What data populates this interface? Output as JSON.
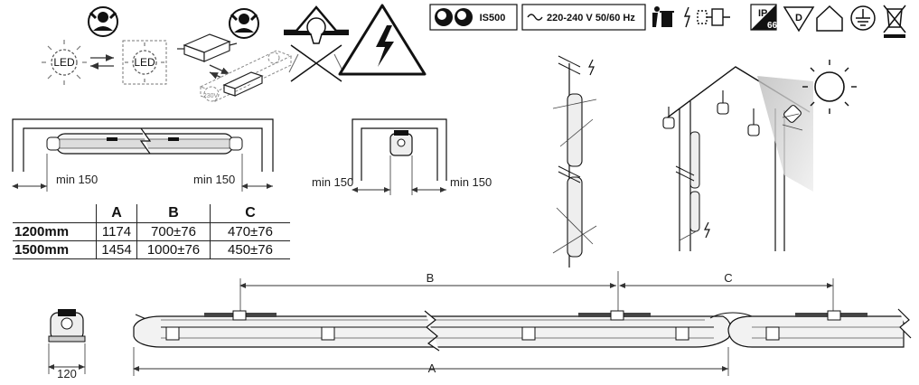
{
  "icons": {
    "led_label_left": "LED",
    "led_label_right": "LED",
    "is500_label": "IS500",
    "voltage_label": "220-240 V  50/60 Hz",
    "ip_label": "IP",
    "ip_value": "66",
    "d_label": "D",
    "driver_label": "230V"
  },
  "clearance": {
    "min_left": "min 150",
    "min_right": "min 150",
    "min_side_left": "min 150",
    "min_side_right": "min 150"
  },
  "table": {
    "headers": [
      "",
      "A",
      "B",
      "C"
    ],
    "rows": [
      {
        "size": "1200mm",
        "a": "1174",
        "b": "700±76",
        "c": "470±76"
      },
      {
        "size": "1500mm",
        "a": "1454",
        "b": "1000±76",
        "c": "450±76"
      }
    ]
  },
  "dimensions": {
    "b_label": "B",
    "c_label": "C",
    "a_label": "A",
    "width_label": "120"
  }
}
